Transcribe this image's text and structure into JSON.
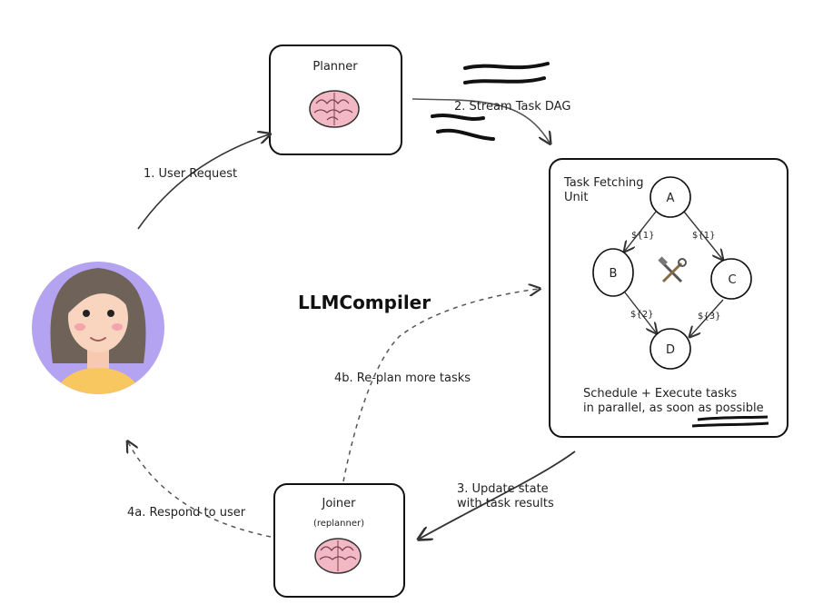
{
  "title": "LLMCompiler",
  "planner": {
    "label": "Planner"
  },
  "joiner": {
    "label": "Joiner",
    "sublabel": "(replanner)"
  },
  "task_unit": {
    "label_line1": "Task Fetching",
    "label_line2": "Unit",
    "caption_line1": "Schedule + Execute tasks",
    "caption_line2": "in parallel, as soon as possible",
    "nodes": {
      "a": "A",
      "b": "B",
      "c": "C",
      "d": "D"
    },
    "edges": {
      "a_b": "${1}",
      "a_c": "${1}",
      "b_d": "${2}",
      "c_d": "${3}"
    }
  },
  "arrows": {
    "user_request": "1. User Request",
    "stream_dag": "2. Stream Task DAG",
    "update_state_line1": "3. Update state",
    "update_state_line2": "with task results",
    "respond_user": "4a. Respond to user",
    "replan": "4b. Re-plan more tasks"
  },
  "icons": [
    "brain-icon",
    "tools-icon",
    "user-avatar"
  ],
  "colors": {
    "brain": "#f2b8c4",
    "avatar_bg": "#b3a3f0",
    "hair": "#6e6259",
    "shirt": "#f8c760"
  }
}
